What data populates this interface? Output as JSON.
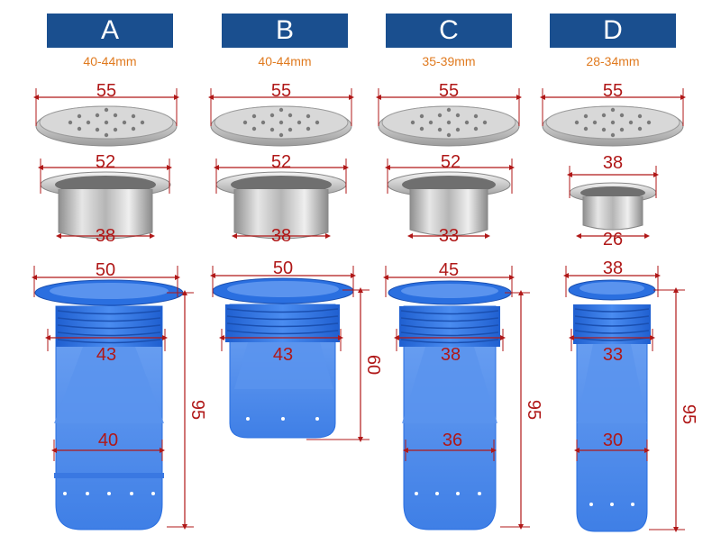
{
  "columns": [
    {
      "label": "A",
      "range": "40-44mm",
      "top_dia": "55",
      "cup_top": "52",
      "cup_bottom": "38",
      "seal_top": "50",
      "seal_mid": "43",
      "seal_low": "40",
      "height": "95"
    },
    {
      "label": "B",
      "range": "40-44mm",
      "top_dia": "55",
      "cup_top": "52",
      "cup_bottom": "38",
      "seal_top": "50",
      "seal_mid": "43",
      "height": "60"
    },
    {
      "label": "C",
      "range": "35-39mm",
      "top_dia": "55",
      "cup_top": "52",
      "cup_bottom": "33",
      "seal_top": "45",
      "seal_mid": "38",
      "seal_low": "36",
      "height": "95"
    },
    {
      "label": "D",
      "range": "28-34mm",
      "top_dia": "55",
      "cup_top": "38",
      "cup_bottom": "26",
      "seal_top": "38",
      "seal_mid": "33",
      "seal_low": "30",
      "height": "95"
    }
  ],
  "colors": {
    "header": "#1a4f8f",
    "range_text": "#e07a1f",
    "dimension": "#b01818",
    "seal_blue": "#2a6fe0"
  }
}
